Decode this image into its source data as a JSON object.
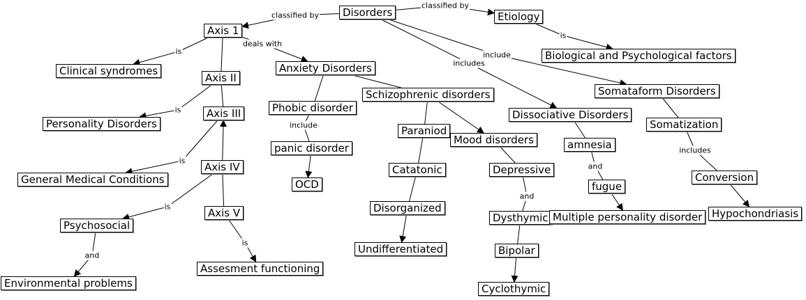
{
  "diagram": {
    "type": "concept-map",
    "nodes": [
      {
        "id": "disorders",
        "label": "Disorders"
      },
      {
        "id": "etiology",
        "label": "Etiology"
      },
      {
        "id": "bio",
        "label": "Biological and Psychological factors"
      },
      {
        "id": "axis1",
        "label": "Axis 1"
      },
      {
        "id": "clinical",
        "label": "Clinical syndromes"
      },
      {
        "id": "axis2",
        "label": "Axis II"
      },
      {
        "id": "personality",
        "label": "Personality Disorders"
      },
      {
        "id": "axis3",
        "label": "Axis III"
      },
      {
        "id": "medical",
        "label": "General Medical Conditions"
      },
      {
        "id": "axis4",
        "label": "Axis IV"
      },
      {
        "id": "psychosocial",
        "label": "Psychosocial"
      },
      {
        "id": "environmental",
        "label": "Environmental problems"
      },
      {
        "id": "axis5",
        "label": "Axis V"
      },
      {
        "id": "assesment",
        "label": "Assesment functioning"
      },
      {
        "id": "anxiety",
        "label": "Anxiety Disorders"
      },
      {
        "id": "phobic",
        "label": "Phobic disorder"
      },
      {
        "id": "panic",
        "label": "panic disorder"
      },
      {
        "id": "ocd",
        "label": "OCD"
      },
      {
        "id": "schizo",
        "label": "Schizophrenic disorders"
      },
      {
        "id": "paraniod",
        "label": "Paraniod"
      },
      {
        "id": "catatonic",
        "label": "Catatonic"
      },
      {
        "id": "disorganized",
        "label": "Disorganized"
      },
      {
        "id": "undiff",
        "label": "Undifferentiated"
      },
      {
        "id": "mood",
        "label": "Mood disorders"
      },
      {
        "id": "depressive",
        "label": "Depressive"
      },
      {
        "id": "dysthymic",
        "label": "Dysthymic"
      },
      {
        "id": "bipolar",
        "label": "Bipolar"
      },
      {
        "id": "cyclothymic",
        "label": "Cyclothymic"
      },
      {
        "id": "dissociative",
        "label": "Dissociative Disorders"
      },
      {
        "id": "amnesia",
        "label": "amnesia"
      },
      {
        "id": "fugue",
        "label": "fugue"
      },
      {
        "id": "multiple",
        "label": "Multiple personality disorder"
      },
      {
        "id": "somataform",
        "label": "Somataform Disorders"
      },
      {
        "id": "somatization",
        "label": "Somatization"
      },
      {
        "id": "conversion",
        "label": "Conversion"
      },
      {
        "id": "hypochondriasis",
        "label": "Hypochondriasis"
      }
    ],
    "edges": [
      {
        "from": "disorders",
        "to": "axis1",
        "label": "classified by",
        "arrow": true
      },
      {
        "from": "disorders",
        "to": "etiology",
        "label": "classified by",
        "arrow": true
      },
      {
        "from": "etiology",
        "to": "bio",
        "label": "is",
        "arrow": true
      },
      {
        "from": "disorders",
        "to": "somataform",
        "label": "include",
        "arrow": true
      },
      {
        "from": "disorders",
        "to": "dissociative",
        "label": "includes",
        "arrow": true
      },
      {
        "from": "axis1",
        "to": "clinical",
        "label": "is",
        "arrow": true
      },
      {
        "from": "axis1",
        "to": "anxiety",
        "label": "deals with",
        "arrow": true
      },
      {
        "from": "axis1",
        "to": "axis2",
        "label": "",
        "arrow": false
      },
      {
        "from": "axis2",
        "to": "personality",
        "label": "is",
        "arrow": true
      },
      {
        "from": "axis2",
        "to": "axis3",
        "label": "",
        "arrow": false
      },
      {
        "from": "axis3",
        "to": "medical",
        "label": "is",
        "arrow": true
      },
      {
        "from": "axis4",
        "to": "axis3",
        "label": "",
        "arrow": true
      },
      {
        "from": "axis4",
        "to": "psychosocial",
        "label": "is",
        "arrow": true
      },
      {
        "from": "axis4",
        "to": "axis5",
        "label": "",
        "arrow": false
      },
      {
        "from": "psychosocial",
        "to": "environmental",
        "label": "and",
        "arrow": true
      },
      {
        "from": "axis5",
        "to": "assesment",
        "label": "is",
        "arrow": true
      },
      {
        "from": "anxiety",
        "to": "phobic",
        "label": "",
        "arrow": false
      },
      {
        "from": "anxiety",
        "to": "schizo",
        "label": "",
        "arrow": false
      },
      {
        "from": "phobic",
        "to": "panic",
        "label": "include",
        "arrow": false
      },
      {
        "from": "panic",
        "to": "ocd",
        "label": "",
        "arrow": true
      },
      {
        "from": "schizo",
        "to": "paraniod",
        "label": "",
        "arrow": false
      },
      {
        "from": "schizo",
        "to": "mood",
        "label": "",
        "arrow": true
      },
      {
        "from": "paraniod",
        "to": "catatonic",
        "label": "",
        "arrow": false
      },
      {
        "from": "catatonic",
        "to": "disorganized",
        "label": "",
        "arrow": false
      },
      {
        "from": "disorganized",
        "to": "undiff",
        "label": "",
        "arrow": true
      },
      {
        "from": "mood",
        "to": "depressive",
        "label": "",
        "arrow": false
      },
      {
        "from": "depressive",
        "to": "dysthymic",
        "label": "and",
        "arrow": false
      },
      {
        "from": "dysthymic",
        "to": "bipolar",
        "label": "",
        "arrow": false
      },
      {
        "from": "bipolar",
        "to": "cyclothymic",
        "label": "",
        "arrow": true
      },
      {
        "from": "dissociative",
        "to": "amnesia",
        "label": "",
        "arrow": false
      },
      {
        "from": "amnesia",
        "to": "fugue",
        "label": "and",
        "arrow": false
      },
      {
        "from": "fugue",
        "to": "multiple",
        "label": "",
        "arrow": true
      },
      {
        "from": "somataform",
        "to": "somatization",
        "label": "",
        "arrow": false
      },
      {
        "from": "somatization",
        "to": "conversion",
        "label": "includes",
        "arrow": false
      },
      {
        "from": "conversion",
        "to": "hypochondriasis",
        "label": "",
        "arrow": true
      }
    ]
  }
}
